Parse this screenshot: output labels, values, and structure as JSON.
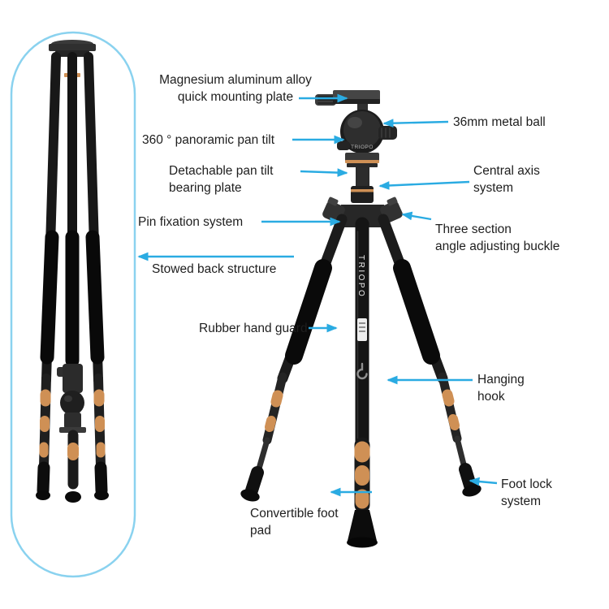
{
  "figure": {
    "brand": "TRIOPO",
    "callouts": {
      "quick_plate": "Magnesium aluminum alloy\nquick mounting plate",
      "metal_ball": "36mm metal ball",
      "pan_tilt": "360 ° panoramic pan tilt",
      "bearing_plate": "Detachable pan tilt\nbearing plate",
      "central_axis": "Central axis\nsystem",
      "pin_fixation": "Pin fixation system",
      "angle_buckle": "Three section\nangle adjusting buckle",
      "stowed_back": "Stowed back structure",
      "hand_guard": "Rubber hand guard",
      "hanging_hook": "Hanging\nhook",
      "foot_pad": "Convertible foot\npad",
      "foot_lock": "Foot lock\nsystem"
    },
    "colors": {
      "arrow": "#2aabe2",
      "capsule_border": "#8ad2ef",
      "accent_ring": "#cf9055"
    }
  }
}
